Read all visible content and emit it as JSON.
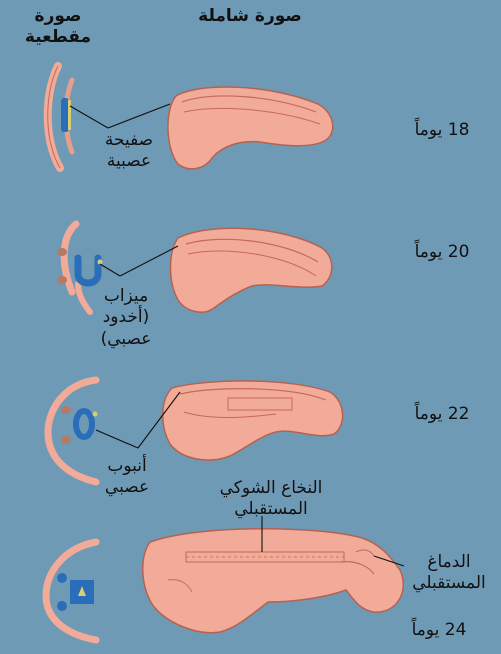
{
  "headers": {
    "cross_section": "صورة مقطعية",
    "whole_view": "صورة شاملة"
  },
  "stages": [
    {
      "age": "18 يوماً",
      "label": "صفيحة عصبية"
    },
    {
      "age": "20 يوماً",
      "label": "ميزاب (أخدود عصبي)"
    },
    {
      "age": "22 يوماً",
      "label": "أنبوب عصبي"
    },
    {
      "age": "24 يوماً",
      "labels": {
        "spinal_cord": "النخاع الشوكي المستقبلي",
        "brain": "الدماغ المستقبلي"
      }
    }
  ],
  "colors": {
    "background": "#6f9ab6",
    "tissue": "#f2ab98",
    "tissue_dark": "#c46a59",
    "neural": "#2a6db8",
    "somite": "#b57a63",
    "accent": "#d8d070"
  }
}
